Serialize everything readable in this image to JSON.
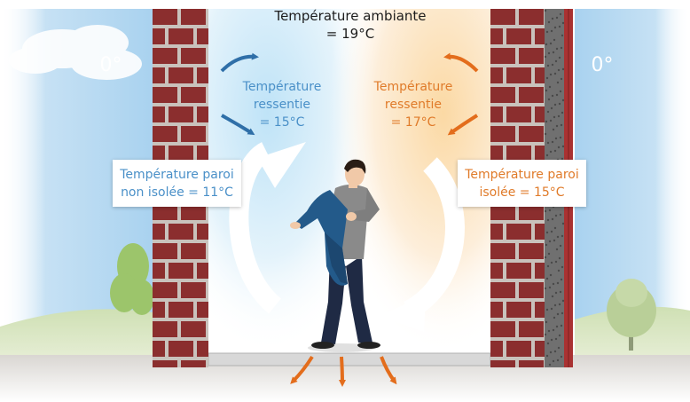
{
  "ambient": {
    "line1": "Température ambiante",
    "line2": "= 19°C"
  },
  "outside": {
    "left_temp": "0°",
    "right_temp": "0°"
  },
  "felt_left": {
    "line1": "Température",
    "line2": "ressentie",
    "line3": "= 15°C"
  },
  "felt_right": {
    "line1": "Température",
    "line2": "ressentie",
    "line3": "= 17°C"
  },
  "wall_left": {
    "line1": "Température paroi",
    "line2": "non isolée = 11°C"
  },
  "wall_right": {
    "line1": "Température paroi",
    "line2": "isolée = 15°C"
  },
  "colors": {
    "cold": "#4a90c8",
    "warm": "#e07b2a",
    "brick": "#8b2e2e",
    "mortar": "#c9c2bc",
    "insulation": "#6b6b6b"
  }
}
